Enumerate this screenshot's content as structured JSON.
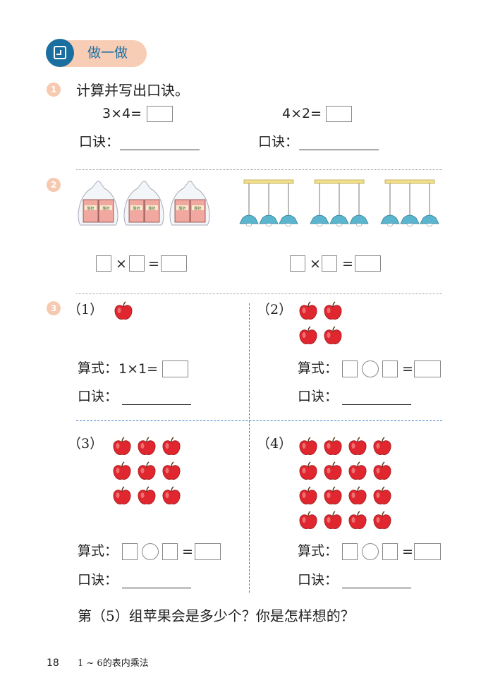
{
  "header": {
    "title": "做一做",
    "icon": "pencil-note-icon",
    "accent": "#1b6fa0",
    "pill_color": "#f7cdb6"
  },
  "q1": {
    "number": "1",
    "instruction": "计算并写出口诀。",
    "eq_left": "3×4=",
    "eq_right": "4×2=",
    "koujue_label": "口诀："
  },
  "q2": {
    "number": "2",
    "times": "×",
    "equals": "=",
    "bag_label": "酸奶"
  },
  "q3": {
    "number": "3",
    "parts": [
      {
        "label": "（1）",
        "apples": [
          1,
          1
        ],
        "formula_label": "算式：",
        "formula_given": "1×1=",
        "koujue_label": "口诀："
      },
      {
        "label": "（2）",
        "apples": [
          2,
          2
        ],
        "formula_label": "算式：",
        "equals": "=",
        "koujue_label": "口诀："
      },
      {
        "label": "（3）",
        "apples": [
          3,
          3
        ],
        "formula_label": "算式：",
        "equals": "=",
        "koujue_label": "口诀："
      },
      {
        "label": "（4）",
        "apples": [
          4,
          4
        ],
        "formula_label": "算式：",
        "equals": "=",
        "koujue_label": "口诀："
      }
    ],
    "question": "第（5）组苹果会是多少个？你是怎样想的？"
  },
  "footer": {
    "page_number": "18",
    "chapter": "1 ~ 6的表内乘法"
  },
  "colors": {
    "apple": "#e0262e",
    "lamp": "#5bb5cf",
    "carton": "#f0a8a0",
    "divider": "#3f7fc0"
  }
}
